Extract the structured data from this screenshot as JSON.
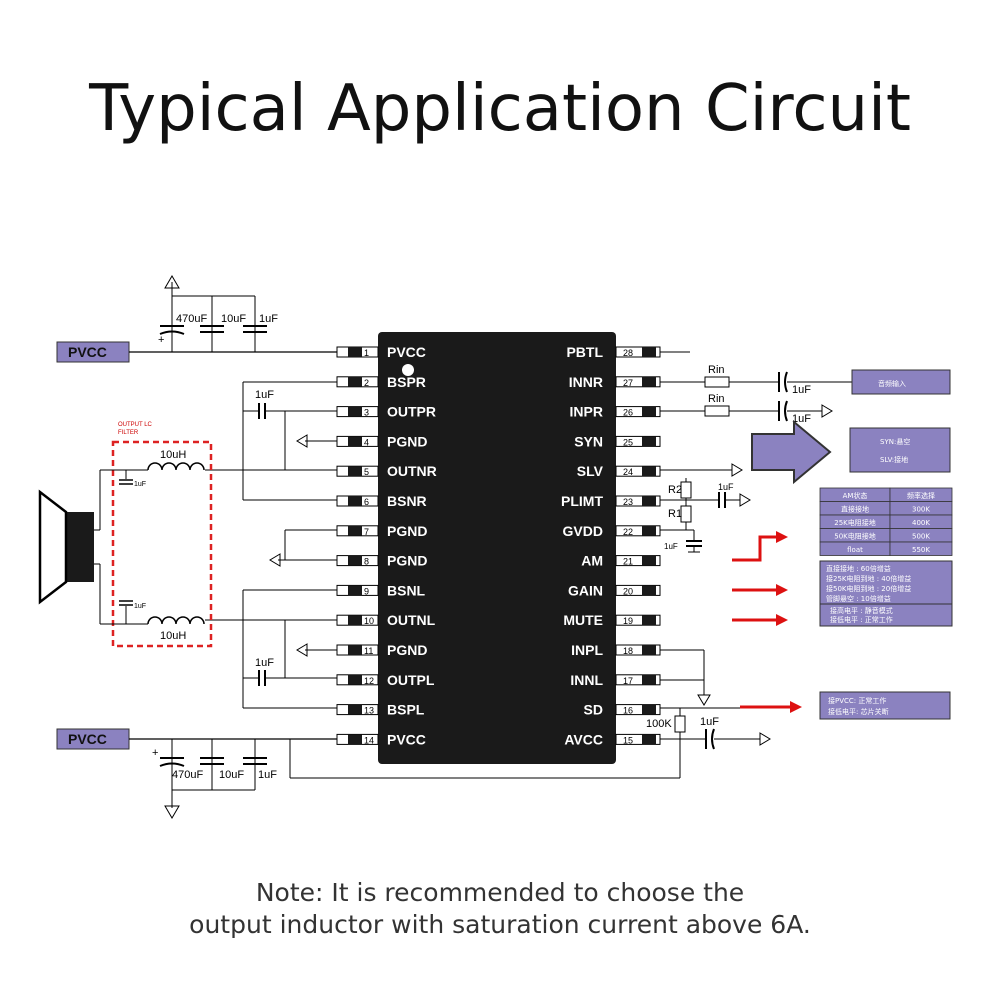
{
  "title": "Typical Application Circuit",
  "note": {
    "line1": "Note: It is recommended to choose the",
    "line2": "output inductor with saturation current above 6A."
  },
  "supply": {
    "label": "PVCC"
  },
  "caps": {
    "bulk": "470uF",
    "mid": "10uF",
    "small": "1uF",
    "boot": "1uF"
  },
  "filter": {
    "label1": "OUTPUT LC",
    "label2": "FILTER",
    "inductor": "10uH",
    "cap": "1uF"
  },
  "left_pins": [
    {
      "num": "1",
      "name": "PVCC"
    },
    {
      "num": "2",
      "name": "BSPR"
    },
    {
      "num": "3",
      "name": "OUTPR"
    },
    {
      "num": "4",
      "name": "PGND"
    },
    {
      "num": "5",
      "name": "OUTNR"
    },
    {
      "num": "6",
      "name": "BSNR"
    },
    {
      "num": "7",
      "name": "PGND"
    },
    {
      "num": "8",
      "name": "PGND"
    },
    {
      "num": "9",
      "name": "BSNL"
    },
    {
      "num": "10",
      "name": "OUTNL"
    },
    {
      "num": "11",
      "name": "PGND"
    },
    {
      "num": "12",
      "name": "OUTPL"
    },
    {
      "num": "13",
      "name": "BSPL"
    },
    {
      "num": "14",
      "name": "PVCC"
    }
  ],
  "right_pins": [
    {
      "num": "28",
      "name": "PBTL"
    },
    {
      "num": "27",
      "name": "INNR"
    },
    {
      "num": "26",
      "name": "INPR"
    },
    {
      "num": "25",
      "name": "SYN"
    },
    {
      "num": "24",
      "name": "SLV"
    },
    {
      "num": "23",
      "name": "PLIMT"
    },
    {
      "num": "22",
      "name": "GVDD"
    },
    {
      "num": "21",
      "name": "AM"
    },
    {
      "num": "20",
      "name": "GAIN"
    },
    {
      "num": "19",
      "name": "MUTE"
    },
    {
      "num": "18",
      "name": "INPL"
    },
    {
      "num": "17",
      "name": "INNL"
    },
    {
      "num": "16",
      "name": "SD"
    },
    {
      "num": "15",
      "name": "AVCC"
    }
  ],
  "passives": {
    "rin": "Rin",
    "r1": "R1",
    "r2": "R2",
    "r100k": "100K",
    "cin": "1uF"
  },
  "boxes": {
    "audio_in": "音频输入",
    "syn_line1": "SYN:悬空",
    "syn_line2": "SLV:接地",
    "am_table": {
      "headers": [
        "AM状态",
        "频率选择"
      ],
      "rows": [
        [
          "直接接地",
          "300K"
        ],
        [
          "25K电阻接地",
          "400K"
        ],
        [
          "50K电阻接地",
          "500K"
        ],
        [
          "float",
          "550K"
        ]
      ]
    },
    "gain_lines": [
      "直接接地    : 60倍增益",
      "接25K电阻到地 : 40倍增益",
      "接50K电阻到地 : 20倍增益",
      "管脚悬空    : 10倍增益"
    ],
    "mute_lines": [
      "接高电平 : 静音模式",
      "接低电平 : 正常工作"
    ],
    "sd_lines": [
      "接PVCC: 正常工作",
      "接低电平: 芯片关断"
    ]
  },
  "colors": {
    "ic_body": "#1a1a1a",
    "box_fill": "#8b82c0",
    "arrow_red": "#dd1111",
    "filter_border": "#dd2222"
  }
}
